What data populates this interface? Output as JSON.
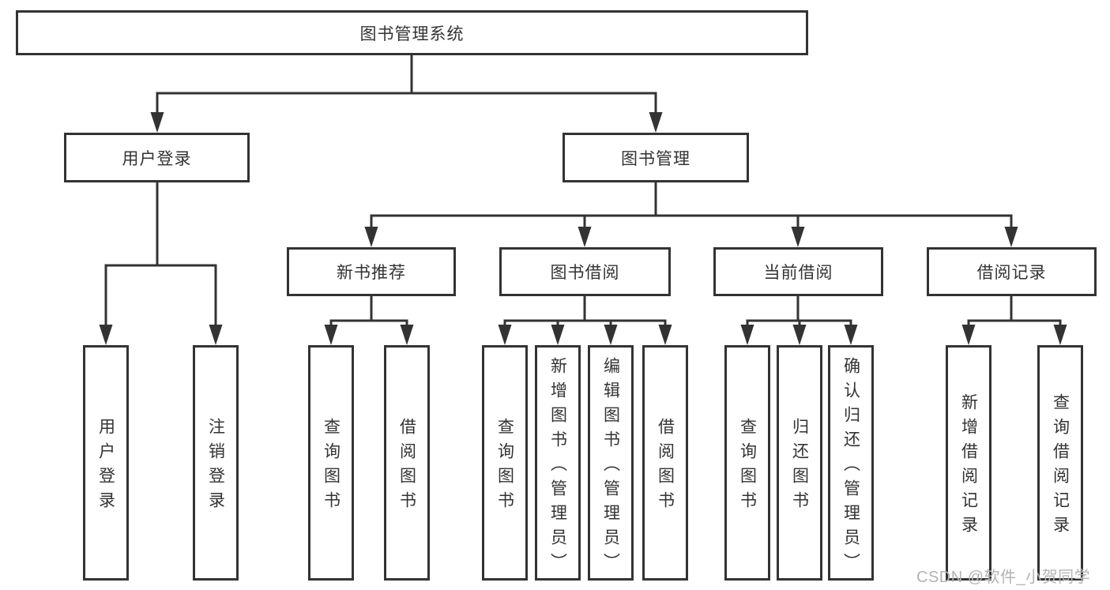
{
  "diagram": {
    "root": {
      "label": "图书管理系统"
    },
    "level2": [
      {
        "label": "用户登录"
      },
      {
        "label": "图书管理"
      }
    ],
    "level3": [
      {
        "label": "新书推荐",
        "parent": "图书管理"
      },
      {
        "label": "图书借阅",
        "parent": "图书管理"
      },
      {
        "label": "当前借阅",
        "parent": "图书管理"
      },
      {
        "label": "借阅记录",
        "parent": "图书管理"
      }
    ],
    "leaves": [
      {
        "label": "用户登录",
        "parent": "用户登录"
      },
      {
        "label": "注销登录",
        "parent": "用户登录"
      },
      {
        "label": "查询图书",
        "parent": "新书推荐"
      },
      {
        "label": "借阅图书",
        "parent": "新书推荐"
      },
      {
        "label": "查询图书",
        "parent": "图书借阅"
      },
      {
        "label": "新增图书（管理员）",
        "parent": "图书借阅"
      },
      {
        "label": "编辑图书（管理员）",
        "parent": "图书借阅"
      },
      {
        "label": "借阅图书",
        "parent": "图书借阅"
      },
      {
        "label": "查询图书",
        "parent": "当前借阅"
      },
      {
        "label": "归还图书",
        "parent": "当前借阅"
      },
      {
        "label": "确认归还（管理员）",
        "parent": "当前借阅"
      },
      {
        "label": "新增借阅记录",
        "parent": "借阅记录"
      },
      {
        "label": "查询借阅记录",
        "parent": "借阅记录"
      }
    ],
    "watermark": "CSDN @软件_小贺同学",
    "colors": {
      "line": "#333333",
      "text": "#333333",
      "box_background": "#ffffff",
      "watermark": "#b3b3b3"
    }
  }
}
